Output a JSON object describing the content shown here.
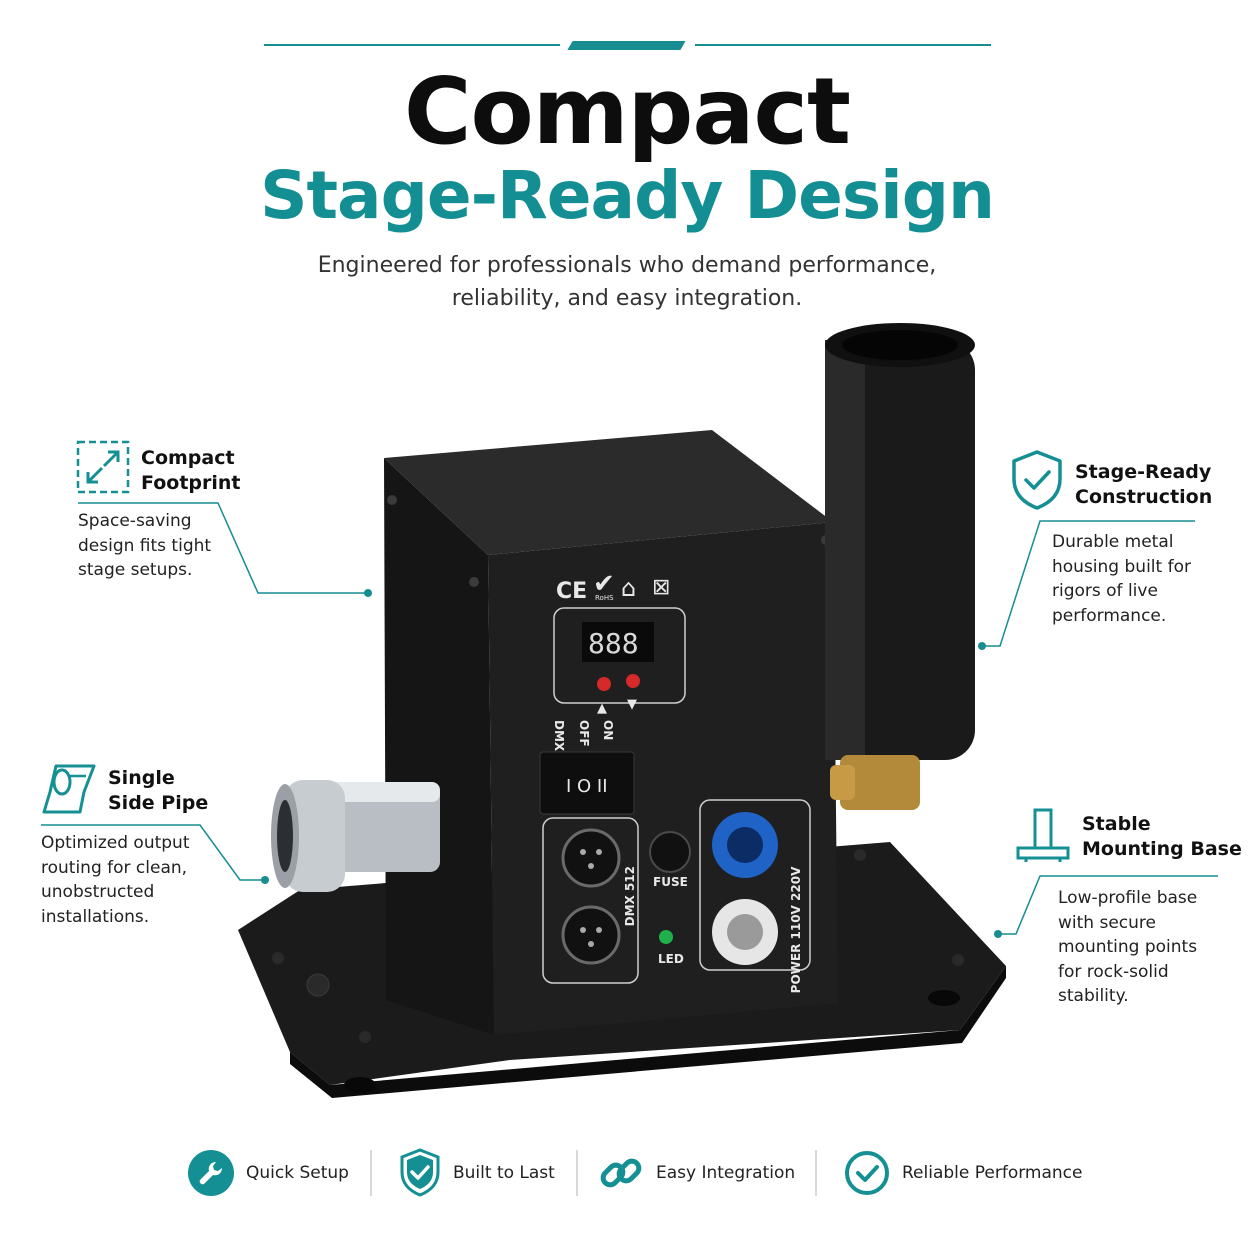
{
  "header": {
    "title_line1": "Compact",
    "title_line2": "Stage-Ready Design",
    "subtitle_line1": "Engineered for professionals who demand performance,",
    "subtitle_line2": "reliability, and easy integration."
  },
  "features": {
    "compact": {
      "title_line1": "Compact",
      "title_line2": "Footprint",
      "desc": [
        "Space-saving",
        "design fits tight",
        "stage setups."
      ],
      "icon": "resize-arrows-icon"
    },
    "pipe": {
      "title_line1": "Single",
      "title_line2": "Side Pipe",
      "desc": [
        "Optimized output",
        "routing for clean,",
        "unobstructed",
        "installations."
      ],
      "icon": "pipe-icon"
    },
    "stage": {
      "title_line1": "Stage-Ready",
      "title_line2": "Construction",
      "desc": [
        "Durable metal",
        "housing built for",
        "rigors of live",
        "performance."
      ],
      "icon": "shield-check-icon"
    },
    "base": {
      "title_line1": "Stable",
      "title_line2": "Mounting Base",
      "desc": [
        "Low-profile base",
        "with secure",
        "mounting points",
        "for rock-solid",
        "stability."
      ],
      "icon": "mount-base-icon"
    }
  },
  "device": {
    "display": "888",
    "cert": "RoHS",
    "switch_labels": [
      "DMX",
      "OFF",
      "ON"
    ],
    "switch_face": "I O II",
    "dmx_label": "DMX 512",
    "fuse_label": "FUSE",
    "led_label": "LED",
    "power_label": "POWER 110V 220V"
  },
  "bottom_bar": [
    {
      "label": "Quick Setup",
      "icon": "wrench-icon"
    },
    {
      "label": "Built to Last",
      "icon": "shield-check-icon"
    },
    {
      "label": "Easy Integration",
      "icon": "link-icon"
    },
    {
      "label": "Reliable Performance",
      "icon": "check-circle-icon"
    }
  ],
  "colors": {
    "accent": "#148f94",
    "dark": "#111111",
    "device": "#1c1c1c"
  }
}
